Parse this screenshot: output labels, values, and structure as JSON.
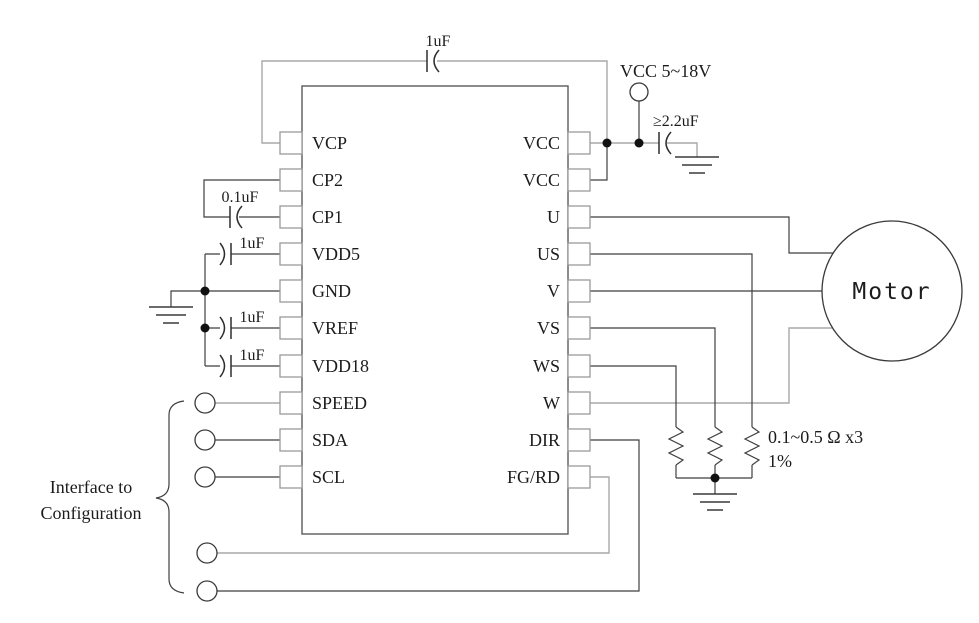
{
  "ic": {
    "left_pins": [
      "VCP",
      "CP2",
      "CP1",
      "VDD5",
      "GND",
      "VREF",
      "VDD18",
      "SPEED",
      "SDA",
      "SCL"
    ],
    "right_pins": [
      "VCC",
      "VCC",
      "U",
      "US",
      "V",
      "VS",
      "WS",
      "W",
      "DIR",
      "FG/RD"
    ]
  },
  "components": {
    "top_capacitor": "1uF",
    "cp_capacitor": "0.1uF",
    "vdd5_capacitor": "1uF",
    "vref_capacitor": "1uF",
    "vdd18_capacitor": "1uF",
    "supply_label": "VCC 5~18V",
    "supply_capacitor": "≥2.2uF",
    "sense_resistors": "0.1~0.5 Ω x3",
    "sense_tolerance": "1%",
    "motor_label": "Motor",
    "interface_line1": "Interface to",
    "interface_line2": "Configuration"
  },
  "colors": {
    "background": "#ffffff",
    "wire_dark": "#3f3f3f",
    "wire_dim": "#a9a9a9",
    "pin_box_border": "#9a9a9a",
    "text": "#1c1c1c"
  }
}
